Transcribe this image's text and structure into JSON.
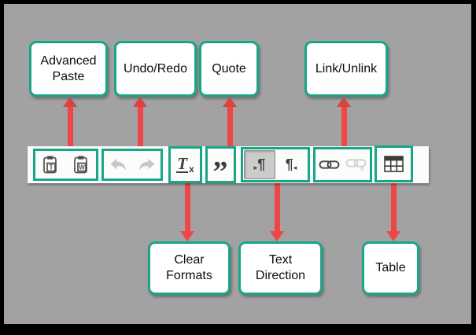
{
  "figure": {
    "description_colors": {
      "background": "#a2a2a2",
      "frame_border": "#000000",
      "callout_border_teal": "#18a689",
      "arrow_red": "#ef4747",
      "toolbar_background": "#fcfcfb",
      "icon_dark": "#474747",
      "icon_disabled": "#c6c6c4",
      "pressed_button_bg": "#cbcbc9"
    }
  },
  "callouts": {
    "advanced_paste": {
      "text": "Advanced Paste"
    },
    "undo_redo": {
      "text": "Undo/Redo"
    },
    "quote": {
      "text": "Quote"
    },
    "link_unlink": {
      "text": "Link/Unlink"
    },
    "clear_formats": {
      "text": "Clear Formats"
    },
    "text_direction": {
      "text": "Text Direction"
    },
    "table": {
      "text": "Table"
    }
  },
  "toolbar": {
    "paste_text_letter": "T",
    "paste_word_letter": "W",
    "clear_t": "T",
    "clear_x": "x",
    "quote_glyph": "”",
    "pilcrow": "¶",
    "tri_right": "▸",
    "tri_left": "◂",
    "unlink_x": "✕"
  },
  "icons": {
    "paste_text": "clipboard-with-T-icon",
    "paste_word": "clipboard-with-W-icon",
    "undo": "undo-curved-arrow-icon",
    "redo": "redo-curved-arrow-icon",
    "clear_formats": "Tx-clear-formatting-icon",
    "quote": "double-quote-icon",
    "ltr": "paragraph-left-to-right-icon",
    "rtl": "paragraph-right-to-left-icon",
    "link": "chain-link-icon",
    "unlink": "broken-chain-unlink-icon",
    "table": "table-grid-icon"
  }
}
